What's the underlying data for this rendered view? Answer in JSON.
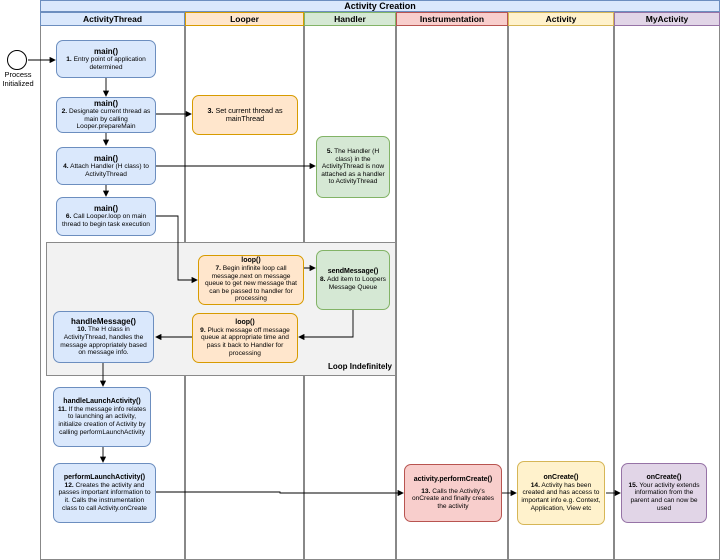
{
  "diagram": {
    "title": "Activity Creation",
    "lanes": [
      {
        "key": "activitythread",
        "label": "ActivityThread",
        "fill": "#dae8fc",
        "stroke": "#6c8ebf"
      },
      {
        "key": "looper",
        "label": "Looper",
        "fill": "#ffe6cc",
        "stroke": "#d79b00"
      },
      {
        "key": "handler",
        "label": "Handler",
        "fill": "#d5e8d4",
        "stroke": "#82b366"
      },
      {
        "key": "instrumentation",
        "label": "Instrumentation",
        "fill": "#f8cecc",
        "stroke": "#b85450"
      },
      {
        "key": "activity",
        "label": "Activity",
        "fill": "#fff2cc",
        "stroke": "#d6b656"
      },
      {
        "key": "myactivity",
        "label": "MyActivity",
        "fill": "#e1d5e7",
        "stroke": "#9673a6"
      }
    ],
    "start": {
      "label": "Process Initialized"
    },
    "loop_region": {
      "label": "Loop Indefinitely"
    },
    "nodes": {
      "n1": {
        "heading": "main()",
        "num": "1.",
        "text": "Entry point of application determined"
      },
      "n2": {
        "heading": "main()",
        "num": "2.",
        "text": "Designate current thread as main by calling Looper.prepareMain"
      },
      "n3": {
        "heading": "",
        "num": "3.",
        "text": "Set current thread as mainThread"
      },
      "n4": {
        "heading": "main()",
        "num": "4.",
        "text": "Attach Handler (H class) to ActivityThread"
      },
      "n5": {
        "heading": "",
        "num": "5.",
        "text": "The Handler (H class) in the ActivityThread is now attached as a handler to ActivityThread"
      },
      "n6": {
        "heading": "main()",
        "num": "6.",
        "text": "Call Looper.loop on main thread to begin task execution"
      },
      "n7": {
        "heading": "loop()",
        "num": "7.",
        "text": "Begin infinite loop call message.next on message queue to get new message that can be passed to handler for processing"
      },
      "n8": {
        "heading": "sendMessage()",
        "num": "8.",
        "text": "Add item to Loopers Message Queue"
      },
      "n9": {
        "heading": "loop()",
        "num": "9.",
        "text": "Pluck message off message queue at appropriate time and pass it back to Handler for processing"
      },
      "n10": {
        "heading": "handleMessage()",
        "num": "10.",
        "text": "The H class in ActivityThread, handles the message appropriately based on message info."
      },
      "n11": {
        "heading": "handleLaunchActivity()",
        "num": "11.",
        "text": "If the message info relates to launching an activity, initialize creation of Activity by calling performLaunchActivity"
      },
      "n12": {
        "heading": "performLaunchActivity()",
        "num": "12.",
        "text": "Creates the activity and passes important information to it. Calls the instrumentation class to call Activity.onCreate"
      },
      "n13": {
        "heading": "activity.performCreate()",
        "num": "13.",
        "text": "Calls the Activity's onCreate and finally creates the activity"
      },
      "n14": {
        "heading": "onCreate()",
        "num": "14.",
        "text": "Activity has been created and has access to important info e.g. Context, Application, View etc"
      },
      "n15": {
        "heading": "onCreate()",
        "num": "15.",
        "text": "Your activity extends information from the parent and can now be used"
      }
    }
  }
}
